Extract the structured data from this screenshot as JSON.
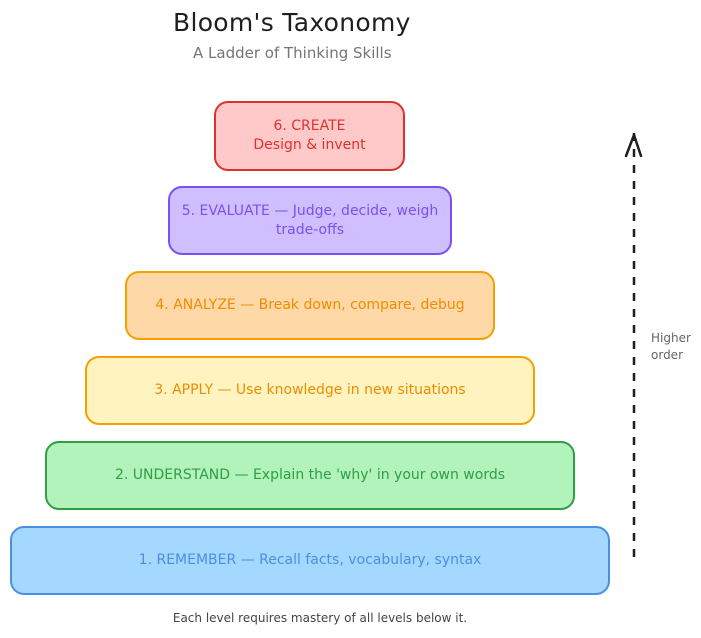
{
  "header": {
    "title": "Bloom's Taxonomy",
    "subtitle": "A Ladder of Thinking Skills"
  },
  "levels": [
    {
      "number": 6,
      "name": "CREATE",
      "line1": "6. CREATE",
      "line2": "Design & invent",
      "fill": "#ffc9c9",
      "stroke": "#e03131",
      "text_color": "#e03131"
    },
    {
      "number": 5,
      "name": "EVALUATE",
      "line1": "5. EVALUATE — Judge, decide, weigh",
      "line2": "trade-offs",
      "fill": "#d0bfff",
      "stroke": "#7950f2",
      "text_color": "#7950f2"
    },
    {
      "number": 4,
      "name": "ANALYZE",
      "line1": "4. ANALYZE — Break down, compare, debug",
      "line2": "",
      "fill": "#ffd8a8",
      "stroke": "#f59f00",
      "text_color": "#f08c00"
    },
    {
      "number": 3,
      "name": "APPLY",
      "line1": "3. APPLY — Use knowledge in new situations",
      "line2": "",
      "fill": "#fff3bf",
      "stroke": "#f59f00",
      "text_color": "#f08c00"
    },
    {
      "number": 2,
      "name": "UNDERSTAND",
      "line1": "2. UNDERSTAND — Explain the 'why' in your own words",
      "line2": "",
      "fill": "#b2f2bb",
      "stroke": "#2f9e44",
      "text_color": "#2f9e44"
    },
    {
      "number": 1,
      "name": "REMEMBER",
      "line1": "1. REMEMBER — Recall facts, vocabulary, syntax",
      "line2": "",
      "fill": "#a5d8ff",
      "stroke": "#4a90e2",
      "text_color": "#4a90e2"
    }
  ],
  "side_arrow": {
    "icon": "dashed-up-arrow-icon",
    "label_line1": "Higher",
    "label_line2": "order",
    "color": "#1e1e1e"
  },
  "footer": {
    "note": "Each level requires mastery of all levels below it."
  }
}
